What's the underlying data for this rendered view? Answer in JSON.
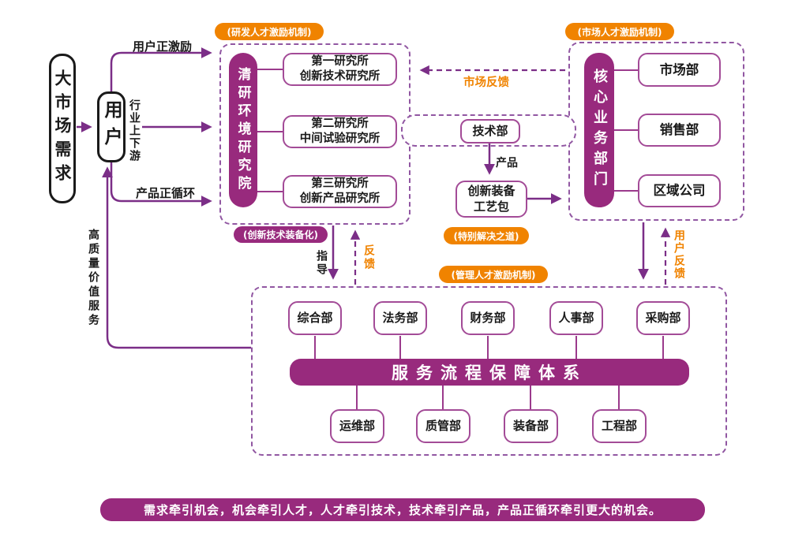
{
  "colors": {
    "purple_fill": "#982A7D",
    "purple_line": "#7B2E87",
    "purple_border": "#A34B97",
    "dashed_border": "#9157A2",
    "orange": "#F08300",
    "black": "#1a1a1a"
  },
  "left": {
    "market": "大市场需求",
    "user": "用户",
    "arrow_top_label": "用户正激励",
    "arrow_mid_label": "行业上下游",
    "arrow_bottom_label": "产品正循环",
    "service_label": "高质量价值服务"
  },
  "research": {
    "badge": "(研发人才激励机制)",
    "hub": "清研环境研究院",
    "institutes": [
      {
        "line1": "第一研究所",
        "line2": "创新技术研究所"
      },
      {
        "line1": "第二研究所",
        "line2": "中间试验研究所"
      },
      {
        "line1": "第三研究所",
        "line2": "创新产品研究所"
      }
    ],
    "bottom_badge": "(创新技术装备化)"
  },
  "middle": {
    "market_feedback": "市场反馈",
    "tech_dept": "技术部",
    "product_label": "产品",
    "package_line1": "创新装备",
    "package_line2": "工艺包",
    "solution_badge": "(特别解决之道)"
  },
  "core": {
    "badge": "(市场人才激励机制)",
    "hub": "核心业务部门",
    "departments": [
      "市场部",
      "销售部",
      "区域公司"
    ],
    "user_feedback": "用户反馈"
  },
  "management": {
    "badge": "(管理人才激励机制)",
    "guide_label": "指导",
    "feedback_label": "反馈",
    "top_departments": [
      "综合部",
      "法务部",
      "财务部",
      "人事部",
      "采购部"
    ],
    "bar": "服务流程保障体系",
    "bottom_departments": [
      "运维部",
      "质管部",
      "装备部",
      "工程部"
    ]
  },
  "banner": "需求牵引机会，机会牵引人才，人才牵引技术，技术牵引产品，产品正循环牵引更大的机会。"
}
